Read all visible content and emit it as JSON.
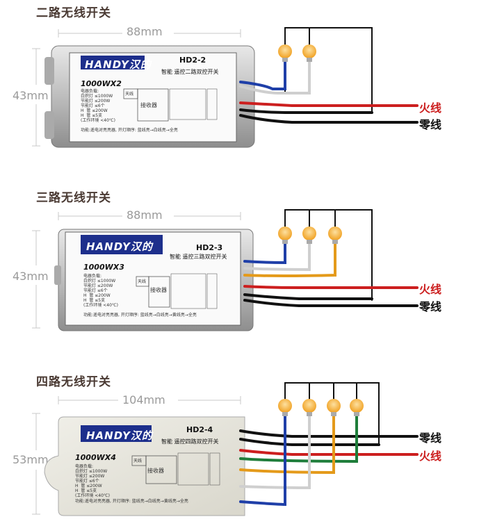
{
  "sections": [
    {
      "title": "二路无线开关",
      "width": "88mm",
      "height": "43mm",
      "brand": "HANDY汉的",
      "model": "HD2-2",
      "subtitle": "智能 遥控二路双控开关",
      "capacity": "1000WX2",
      "specs": "电器负载:\n白炽灯 ≤1000W\n节能灯 ≤200W\n节能灯 ≤6个\nH  管 ≤200W\nH  管 ≤5支\n(工作环境 <40℃)",
      "footer": "功能:遥电对亮亮器, 开灯顺序: 蓝线亮→白线亮→全亮",
      "receiver": "接收器",
      "antenna": "天线",
      "wire_labels": [
        "火线",
        "零线"
      ]
    },
    {
      "title": "三路无线开关",
      "width": "88mm",
      "height": "43mm",
      "brand": "HANDY汉的",
      "model": "HD2-3",
      "subtitle": "智能 遥控三路双控开关",
      "capacity": "1000WX3",
      "specs": "电器负载:\n白炽灯 ≤1000W\n节能灯 ≤200W\n节能灯 ≤6个\nH  管 ≤200W\nH  管 ≤5支\n(工作环境 <40℃)",
      "footer": "功能:遥电对亮亮器, 开灯顺序: 蓝线亮→白线亮→黄线亮→全亮",
      "receiver": "接收器",
      "antenna": "天线",
      "wire_labels": [
        "火线",
        "零线"
      ]
    },
    {
      "title": "四路无线开关",
      "width": "104mm",
      "height": "53mm",
      "brand": "HANDY汉的",
      "model": "HD2-4",
      "subtitle": "智能 遥控四路双控开关",
      "capacity": "1000WX4",
      "specs": "电器负载:\n白炽灯 ≤1000W\n节能灯 ≤200W\n节能灯 ≤6个\nH  管 ≤200W\nH  管 ≤5支\n(工作环境 <40℃)",
      "footer": "功能:遥电对亮亮器, 开灯顺序: 蓝线亮→白线亮→黄线亮→全亮",
      "receiver": "接收器",
      "antenna": "天线",
      "wire_labels": [
        "零线",
        "火线"
      ]
    }
  ],
  "colors": {
    "live": "#cc1f1f",
    "neutral": "#111111",
    "blue": "#1f3fa8",
    "white": "#dddddd",
    "orange": "#e49a1a",
    "green": "#1e7d3a",
    "bulb": "#f3a52a",
    "title": "#4a3a33",
    "dim": "#9a9a9a"
  },
  "icons": {
    "bulb": "lightbulb-icon"
  }
}
